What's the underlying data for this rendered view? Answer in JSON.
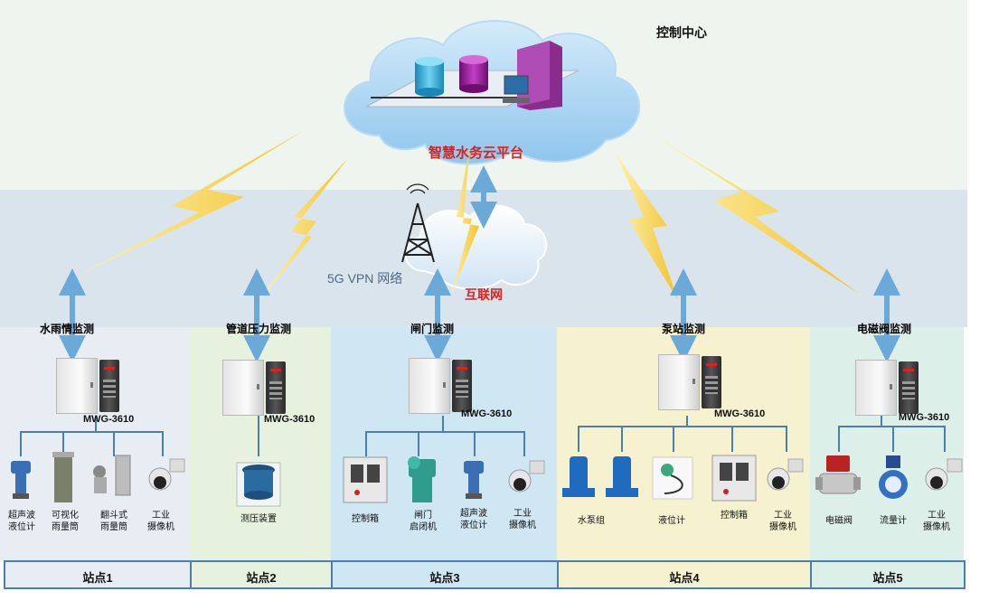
{
  "control_center": "控制中心",
  "cloud_platform": "智慧水务云平台",
  "vpn_network": "5G VPN 网络",
  "internet": "互联网",
  "model": "MWG-3610",
  "zones": [
    {
      "title": "水雨情监测",
      "station": "站点1",
      "devices": [
        "超声波\n液位计",
        "可视化\n雨量筒",
        "翻斗式\n雨量筒",
        "工业\n摄像机"
      ]
    },
    {
      "title": "管道压力监测",
      "station": "站点2",
      "devices": [
        "测压装置"
      ]
    },
    {
      "title": "闸门监测",
      "station": "站点3",
      "devices": [
        "控制箱",
        "闸门\n启闭机",
        "超声波\n液位计",
        "工业\n摄像机"
      ]
    },
    {
      "title": "泵站监测",
      "station": "站点4",
      "devices": [
        "水泵组",
        "液位计",
        "控制箱",
        "工业\n摄像机"
      ]
    },
    {
      "title": "电磁阀监测",
      "station": "站点5",
      "devices": [
        "电磁阀",
        "流量计",
        "工业\n摄像机"
      ]
    }
  ],
  "colors": {
    "lightning": "#f6cf3a",
    "arrow": "#6aa9d8",
    "line": "#4a7fb0",
    "platform_text": "#e0201c"
  }
}
